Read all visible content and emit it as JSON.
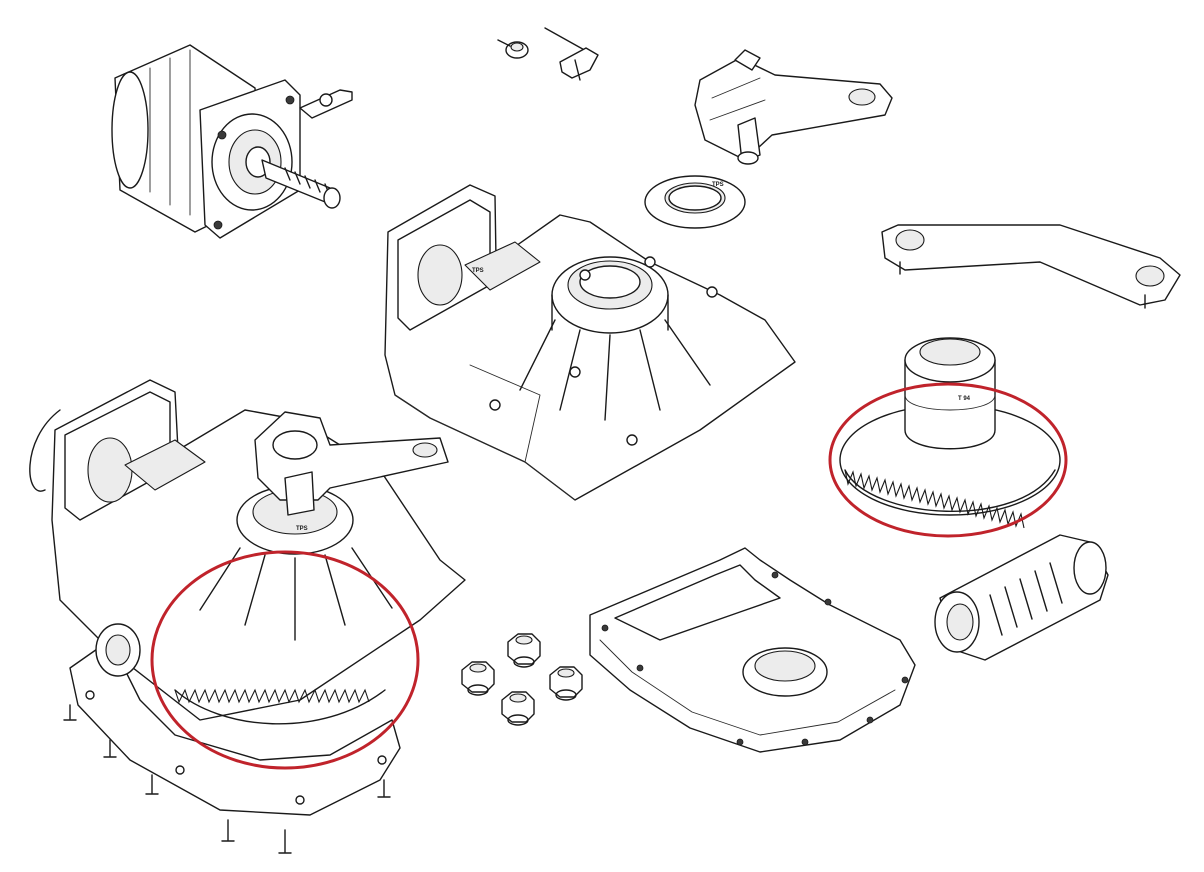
{
  "labels": {
    "stamp_1": "TPS",
    "stamp_2": "TPS",
    "stamp_3": "TPS",
    "stamp_4": "T 94"
  },
  "colors": {
    "line": "#1a1a1a",
    "highlight": "#c0232b",
    "paper": "#ffffff"
  },
  "icons": {
    "motor": "electric-motor-icon",
    "worm_shaft": "worm-shaft-icon",
    "gear": "spur-gear-icon"
  }
}
